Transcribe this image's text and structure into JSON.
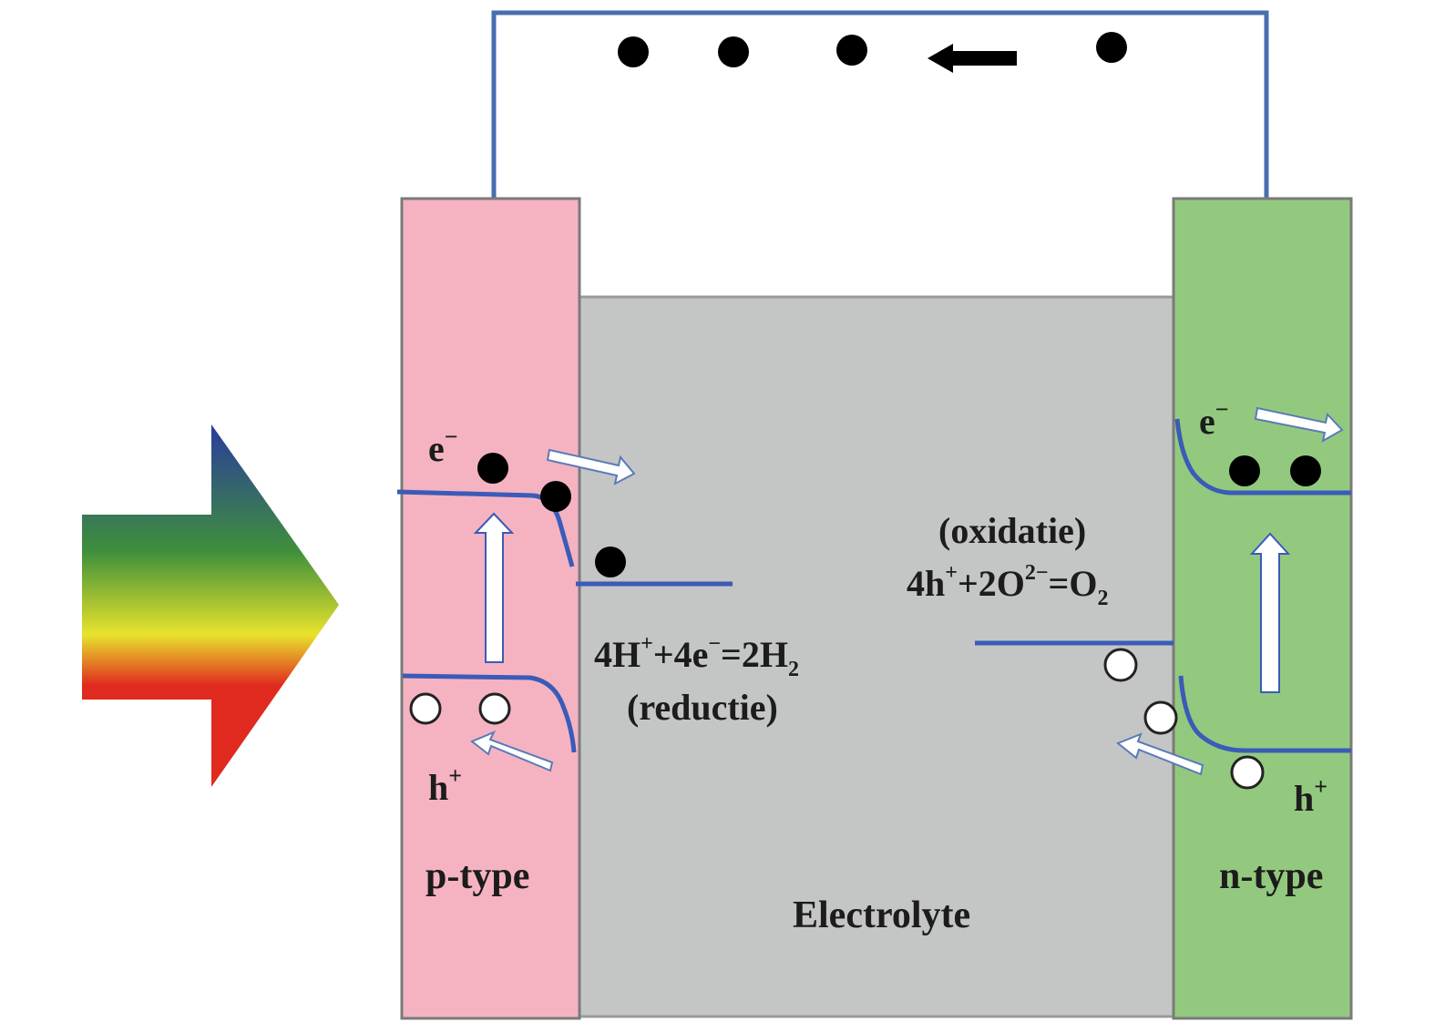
{
  "labels": {
    "p_type": "p-type",
    "n_type": "n-type",
    "electrolyte": "Electrolyte",
    "electron_left": {
      "base": "e",
      "sup": "−"
    },
    "hole_left": {
      "base": "h",
      "sup": "+"
    },
    "electron_right": {
      "base": "e",
      "sup": "−"
    },
    "hole_right": {
      "base": "h",
      "sup": "+"
    },
    "reduction_equation": {
      "p1": "4H",
      "s1": "+",
      "p2": "+4e",
      "s2": "−",
      "p3": "=2H",
      "sub": "2"
    },
    "reduction_label": "(reductie)",
    "oxidation_label": "(oxidatie)",
    "oxidation_equation": {
      "p1": "4h",
      "s1": "+",
      "p2": "+2O",
      "s2": "2−",
      "p3": "=O",
      "sub": "2"
    }
  },
  "colors": {
    "p_type_fill": "#f5b3c2",
    "n_type_fill": "#93c97f",
    "electrolyte_fill": "#c4c5c5",
    "wire": "#4a6db0",
    "band": "#3a5bb8",
    "electron": "#000000",
    "hole": "#ffffff",
    "light_gradient": [
      "#2b3b9c",
      "#3f8f3c",
      "#e8e32c",
      "#e02a1f"
    ]
  },
  "icons": {
    "light_arrow": "rainbow-light-arrow-icon",
    "flow_arrow": "left-arrow-icon"
  }
}
